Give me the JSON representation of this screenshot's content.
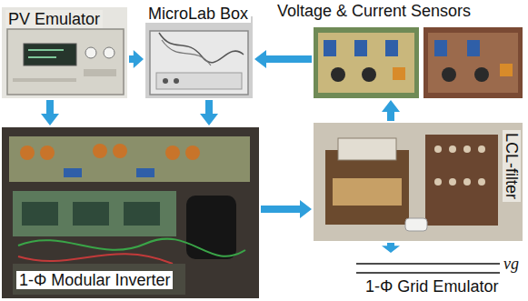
{
  "diagram": {
    "nodes": [
      {
        "text": [
          "PV Emulator"
        ]
      },
      {
        "text": [
          "MicroLab Box"
        ]
      },
      {
        "text": [
          "Voltage & Current Sensors"
        ]
      },
      {
        "text": [
          "1-Φ Modular Inverter"
        ]
      },
      {
        "text": [
          "LCL-filter"
        ]
      },
      {
        "text": [
          "vg",
          "1-Φ Grid Emulator"
        ]
      }
    ],
    "edges": [
      {
        "from": 0,
        "to": 1,
        "arrow": "to"
      },
      {
        "from": 2,
        "to": 1,
        "arrow": "to"
      },
      {
        "from": 0,
        "to": 3,
        "arrow": "to"
      },
      {
        "from": 1,
        "to": 3,
        "arrow": "to"
      },
      {
        "from": 3,
        "to": 4,
        "arrow": "to"
      },
      {
        "from": 4,
        "to": 2,
        "arrow": "to"
      },
      {
        "from": 4,
        "to": 5,
        "arrow": "to"
      }
    ]
  }
}
